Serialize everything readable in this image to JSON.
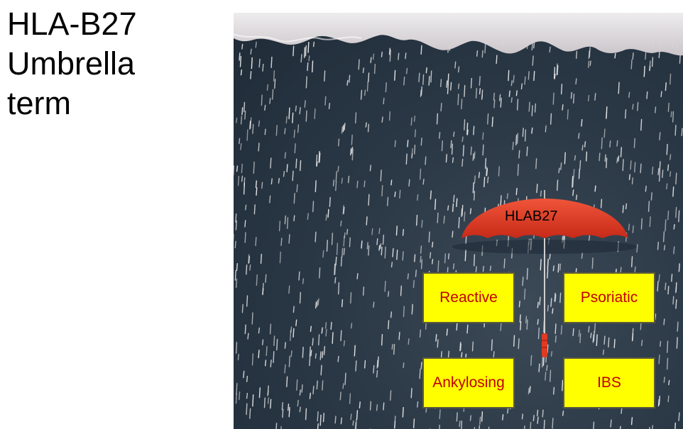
{
  "title": {
    "line1": "HLA-B27",
    "line2": "Umbrella",
    "line3": "term"
  },
  "umbrella": {
    "label": "HLAB27",
    "color": "#e23a22"
  },
  "boxes": {
    "reactive": "Reactive",
    "psoriatic": "Psoriatic",
    "ankylosing": "Ankylosing",
    "ibs": "IBS"
  },
  "colors": {
    "box_fill": "#ffff00",
    "box_text": "#c00000",
    "background": "#2b3947",
    "rain": "#e6e6e6"
  }
}
